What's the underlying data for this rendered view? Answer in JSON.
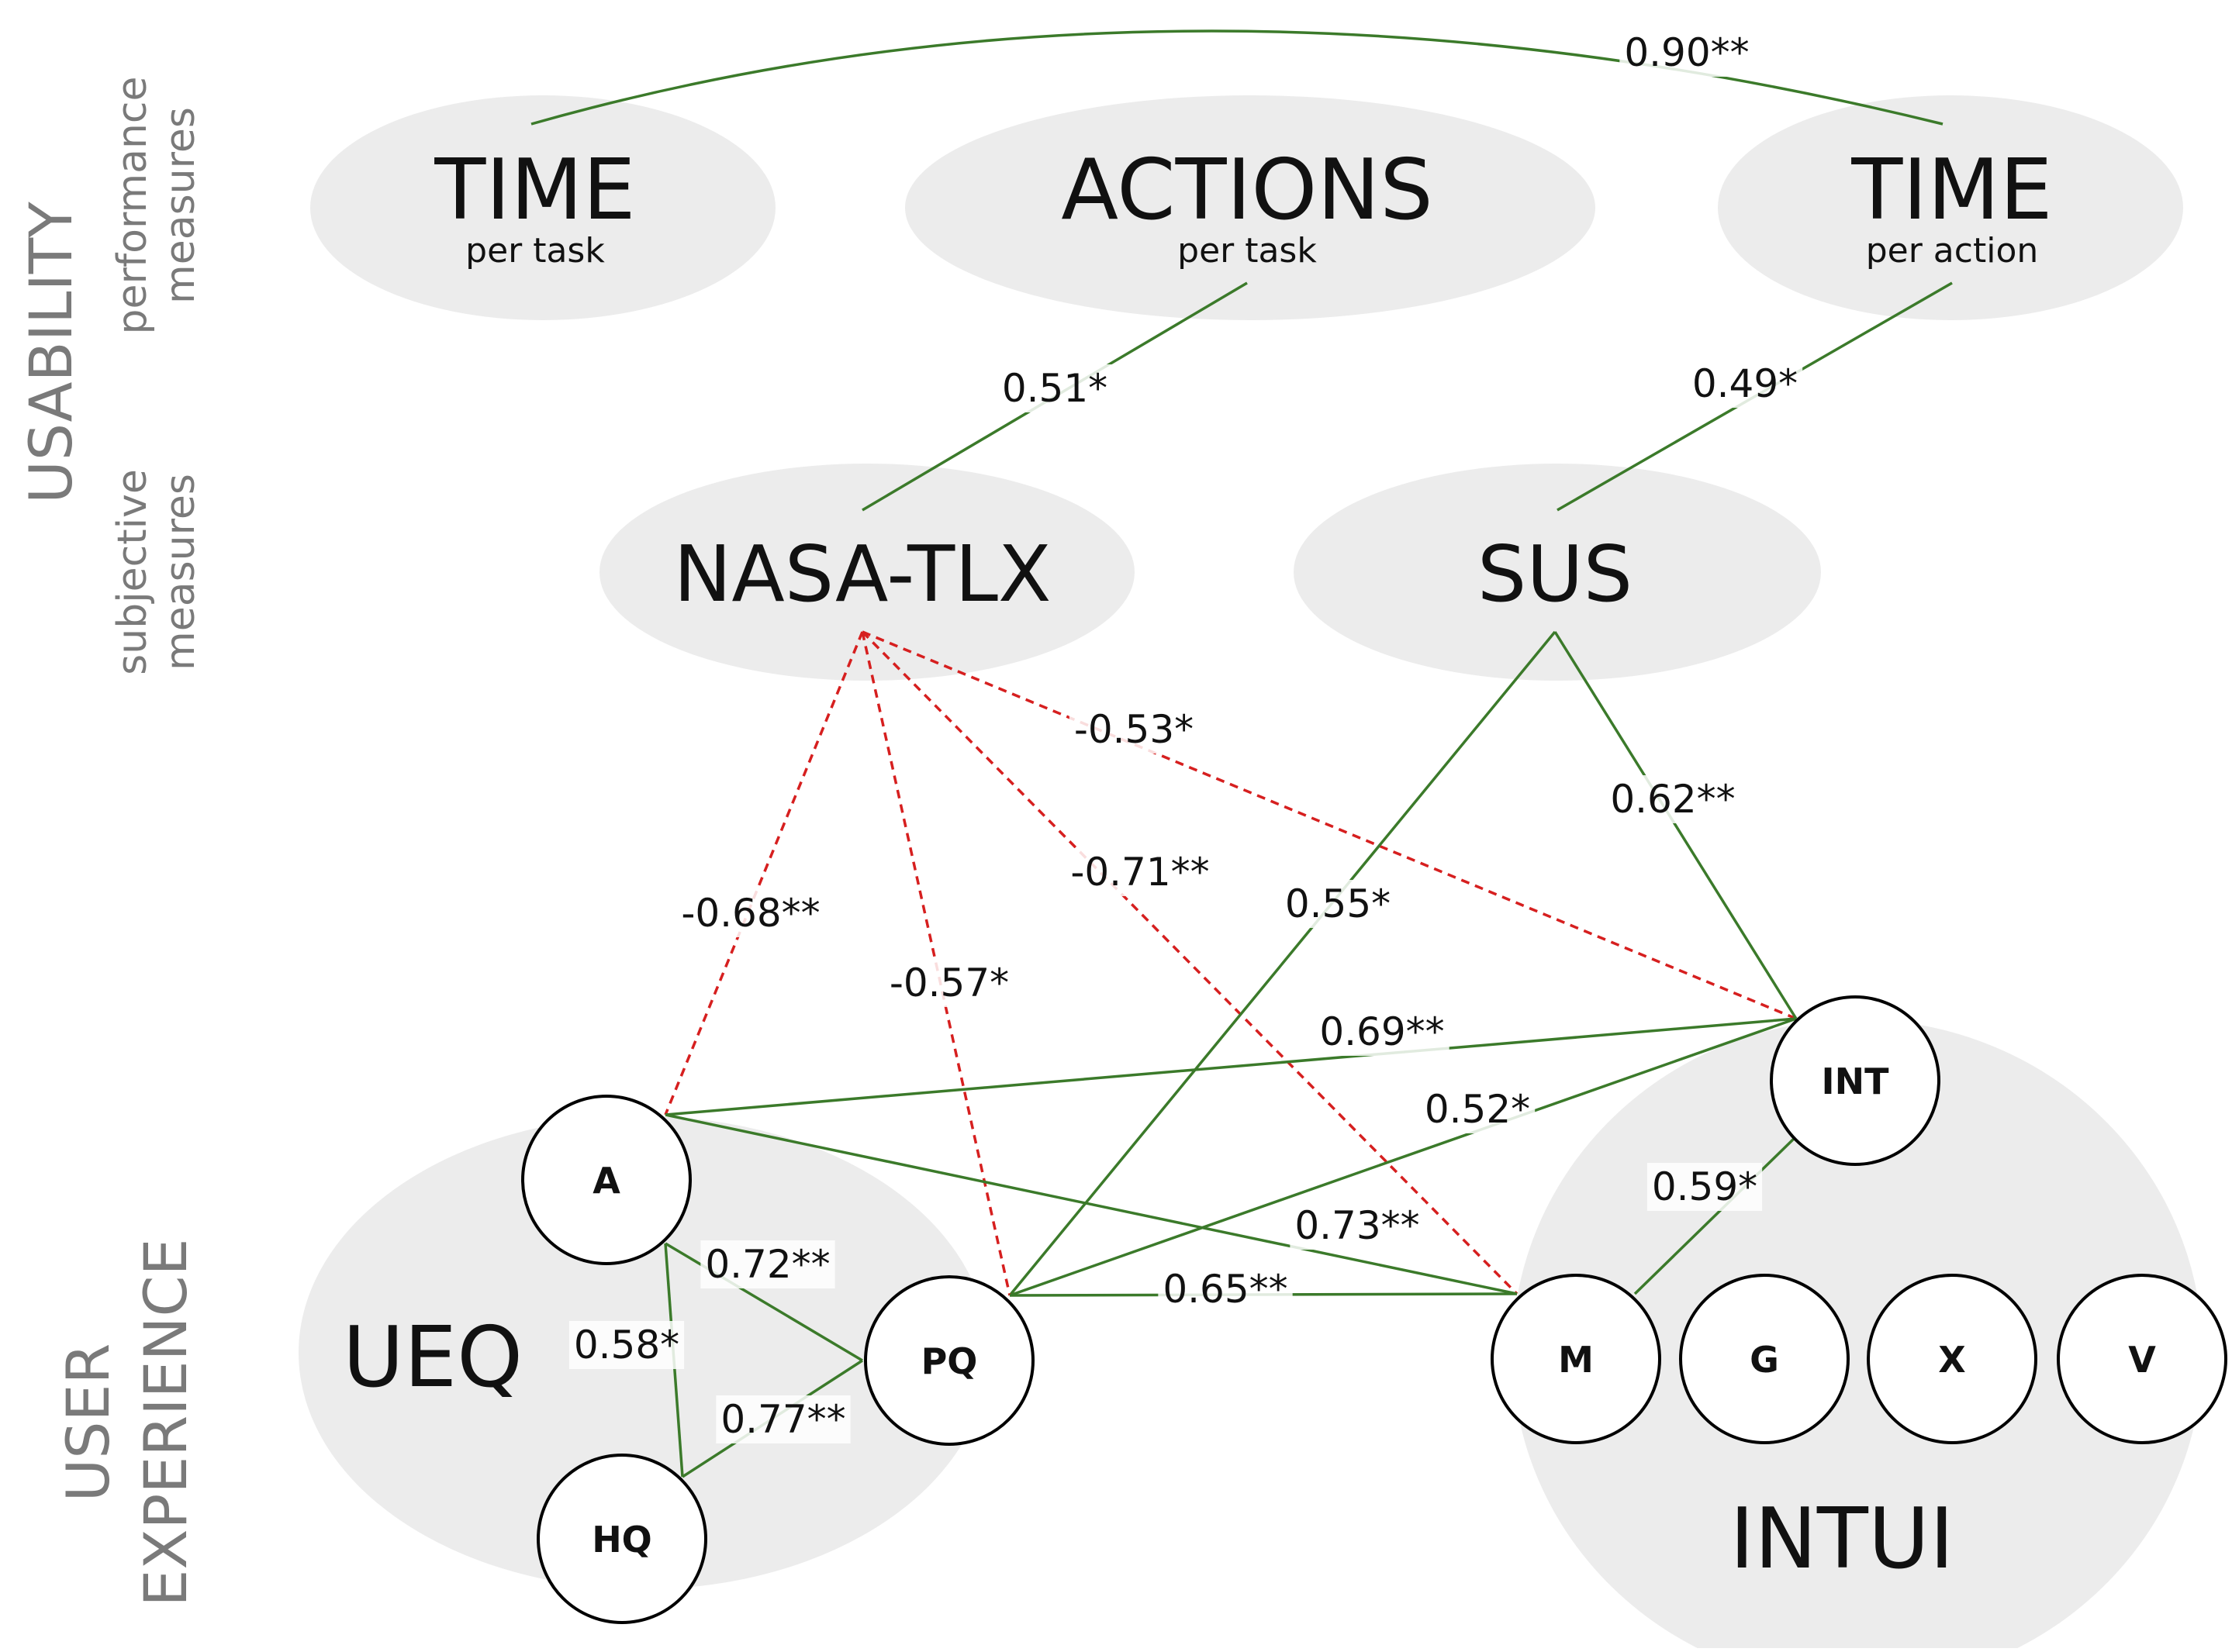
{
  "side_labels": {
    "usability": "USABILITY",
    "performance": [
      "performance",
      "measures"
    ],
    "subjective": [
      "subjective",
      "measures"
    ],
    "user_experience": [
      "USER",
      "EXPERIENCE"
    ]
  },
  "groups": {
    "time_task": {
      "title": "TIME",
      "subtitle": "per task"
    },
    "actions_task": {
      "title": "ACTIONS",
      "subtitle": "per task"
    },
    "time_action": {
      "title": "TIME",
      "subtitle": "per action"
    },
    "nasa_tlx": {
      "title": "NASA-TLX"
    },
    "sus": {
      "title": "SUS"
    },
    "ueq": {
      "title": "UEQ"
    },
    "intui": {
      "title": "INTUI"
    }
  },
  "nodes": {
    "A": "A",
    "HQ": "HQ",
    "PQ": "PQ",
    "INT": "INT",
    "M": "M",
    "G": "G",
    "X": "X",
    "V": "V"
  },
  "edges": [
    {
      "id": "time_task-time_action",
      "from": "TIME per task",
      "to": "TIME per action",
      "value": "0.90**",
      "sign": "positive",
      "colors": {
        "positive": "#3b7a2a"
      }
    },
    {
      "id": "actions-nasa",
      "from": "ACTIONS per task",
      "to": "NASA-TLX",
      "value": "0.51*",
      "sign": "positive"
    },
    {
      "id": "timeaction-sus",
      "from": "TIME per action",
      "to": "SUS",
      "value": "0.49*",
      "sign": "positive"
    },
    {
      "id": "nasa-int",
      "from": "NASA-TLX",
      "to": "INT",
      "value": "-0.53*",
      "sign": "negative"
    },
    {
      "id": "sus-int",
      "from": "SUS",
      "to": "INT",
      "value": "0.62**",
      "sign": "positive"
    },
    {
      "id": "nasa-a",
      "from": "NASA-TLX",
      "to": "A",
      "value": "-0.68**",
      "sign": "negative"
    },
    {
      "id": "nasa-m",
      "from": "NASA-TLX",
      "to": "M",
      "value": "-0.71**",
      "sign": "negative"
    },
    {
      "id": "sus-pq",
      "from": "SUS",
      "to": "PQ",
      "value": "0.55*",
      "sign": "positive"
    },
    {
      "id": "nasa-pq",
      "from": "NASA-TLX",
      "to": "PQ",
      "value": "-0.57*",
      "sign": "negative"
    },
    {
      "id": "a-int",
      "from": "A",
      "to": "INT",
      "value": "0.69**",
      "sign": "positive"
    },
    {
      "id": "pq-int",
      "from": "PQ",
      "to": "INT",
      "value": "0.52*",
      "sign": "positive"
    },
    {
      "id": "int-m",
      "from": "INT",
      "to": "M",
      "value": "0.59*",
      "sign": "positive"
    },
    {
      "id": "a-m",
      "from": "A",
      "to": "M",
      "value": "0.73**",
      "sign": "positive"
    },
    {
      "id": "a-pq",
      "from": "A",
      "to": "PQ",
      "value": "0.72**",
      "sign": "positive"
    },
    {
      "id": "pq-m",
      "from": "PQ",
      "to": "M",
      "value": "0.65**",
      "sign": "positive"
    },
    {
      "id": "a-hq",
      "from": "A",
      "to": "HQ",
      "value": "0.58*",
      "sign": "positive"
    },
    {
      "id": "hq-pq",
      "from": "HQ",
      "to": "PQ",
      "value": "0.77**",
      "sign": "positive"
    }
  ],
  "colors": {
    "positive": "#3b7a2a",
    "negative": "#d61f1f",
    "blob": "#ececec",
    "side_text": "#7a7a7a"
  }
}
